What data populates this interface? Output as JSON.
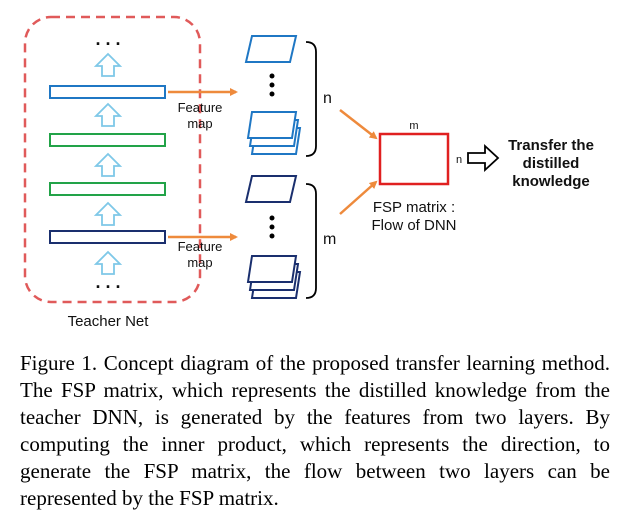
{
  "diagram": {
    "teacher_label": "Teacher Net",
    "ellipsis": ". . .",
    "feature_map_top": [
      "Feature",
      "map"
    ],
    "feature_map_bottom": [
      "Feature",
      "map"
    ],
    "n_bracket": "n",
    "m_bracket": "m",
    "matrix_top": "m",
    "matrix_side": "n",
    "fsp_label": [
      "FSP matrix :",
      "Flow of DNN"
    ],
    "transfer_label": [
      "Transfer the",
      "distilled",
      "knowledge"
    ]
  },
  "colors": {
    "teacher_box": "#e05a5a",
    "layer_blue": "#1f77c4",
    "layer_green": "#22a348",
    "layer_navy": "#1a2f6e",
    "up_arrow": "#7ec8e8",
    "orange_arrow": "#ee8a3c",
    "matrix": "#e02020"
  },
  "caption": "Figure 1. Concept diagram of the proposed transfer learning method. The FSP matrix, which represents the distilled knowledge from the teacher DNN, is generated by the features from two layers. By computing the inner product, which represents the direction, to generate the FSP matrix, the flow between two layers can be represented by the FSP matrix."
}
